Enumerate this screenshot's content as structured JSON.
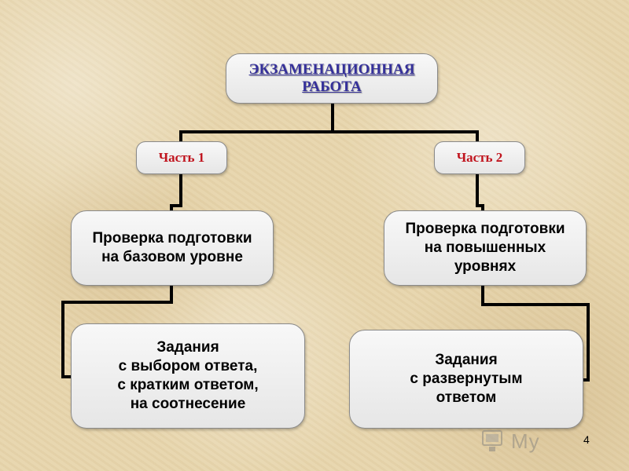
{
  "diagram": {
    "title": "ЭКЗАМЕНАЦИОННАЯ\nРАБОТА",
    "parts": [
      {
        "label": "Часть 1",
        "level": "Проверка подготовки\nна базовом уровне",
        "tasks": "Задания\nс выбором ответа,\nс  кратким ответом,\nна соотнесение"
      },
      {
        "label": "Часть 2",
        "level": "Проверка подготовки\nна повышенных\nуровнях",
        "tasks": "Задания\nс развернутым\nответом"
      }
    ],
    "page_number": "4"
  },
  "watermark": {
    "text": "My"
  },
  "colors": {
    "background": "#e7d5ac",
    "box_fill": "#efefef",
    "title_text": "#35309a",
    "part_text": "#c0141e",
    "connector": "#000000"
  }
}
